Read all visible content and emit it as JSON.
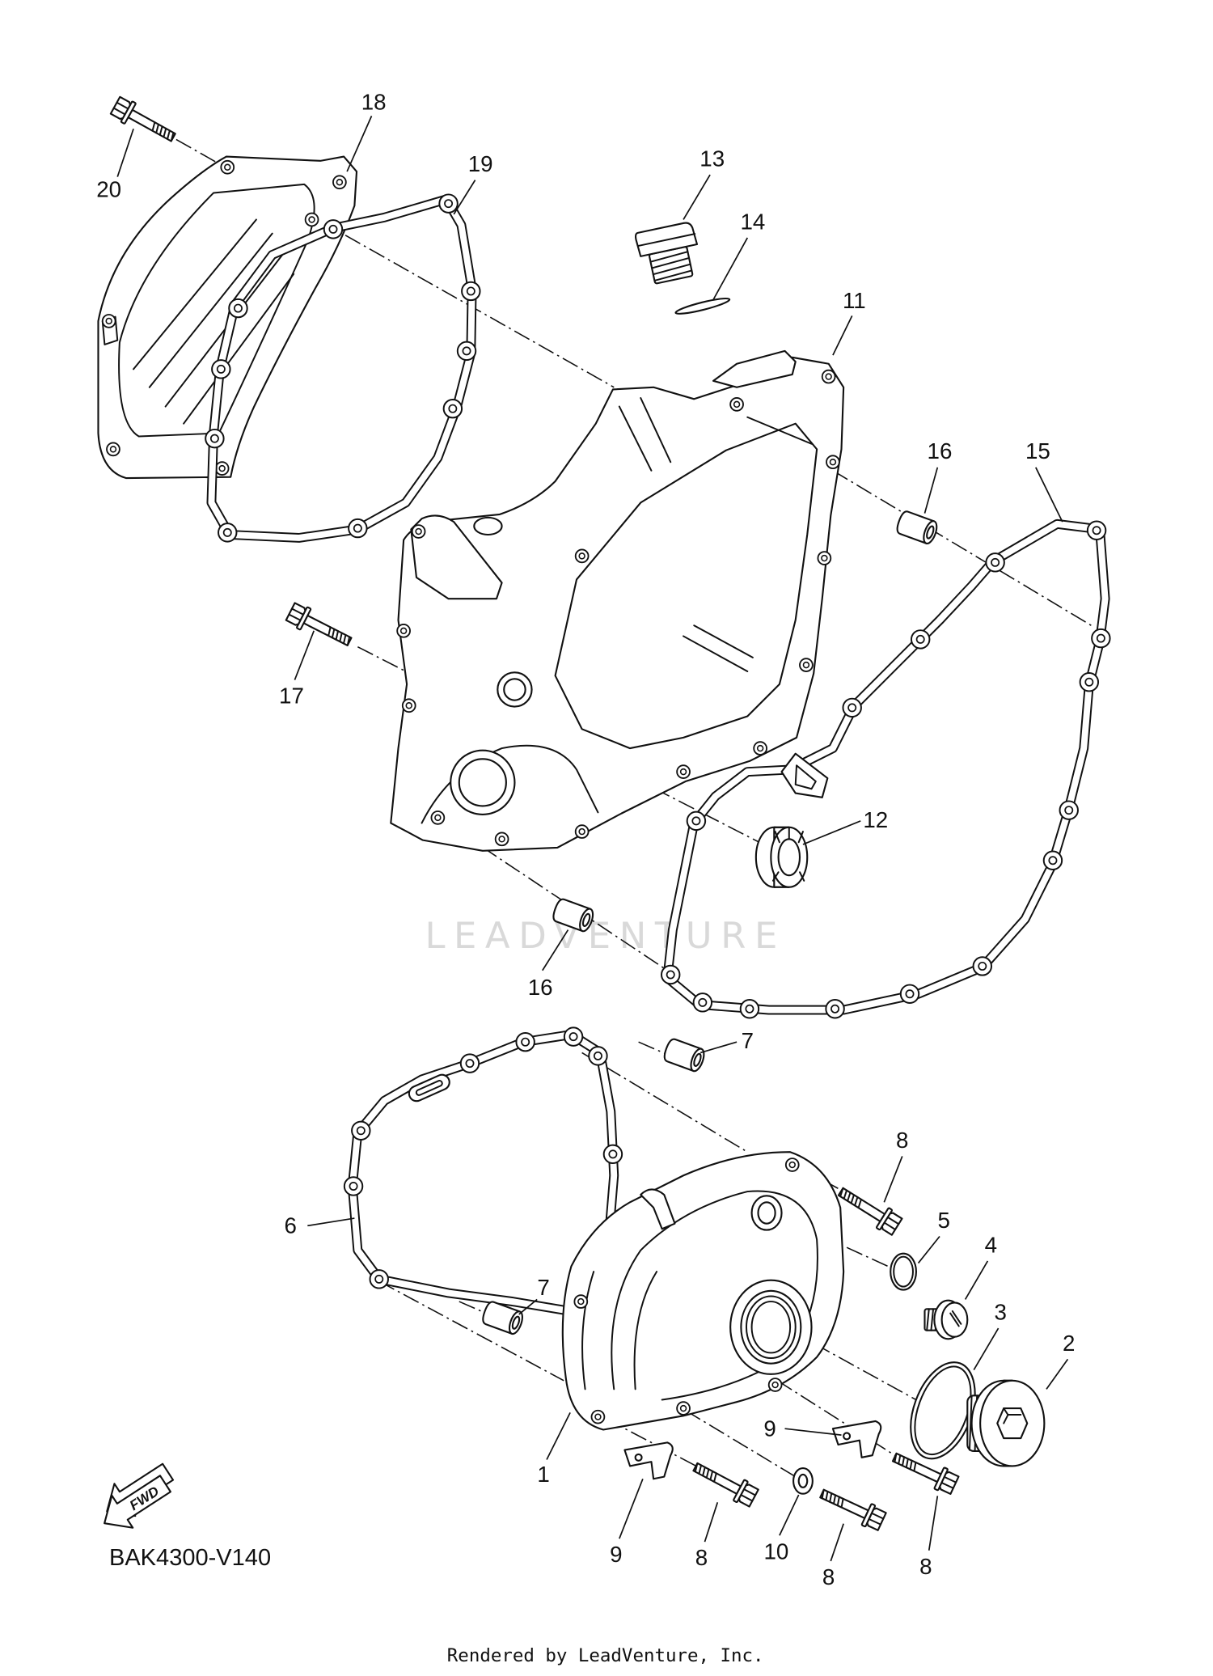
{
  "diagram_code": "BAK4300-V140",
  "credit": "Rendered by LeadVenture, Inc.",
  "watermark": "LEADVENTURE",
  "fwd_label": "FWD",
  "callouts": [
    "18",
    "20",
    "19",
    "13",
    "14",
    "11",
    "16",
    "15",
    "17",
    "12",
    "16",
    "7",
    "8",
    "5",
    "4",
    "6",
    "7",
    "3",
    "2",
    "9",
    "1",
    "9",
    "8",
    "10",
    "8",
    "8"
  ]
}
